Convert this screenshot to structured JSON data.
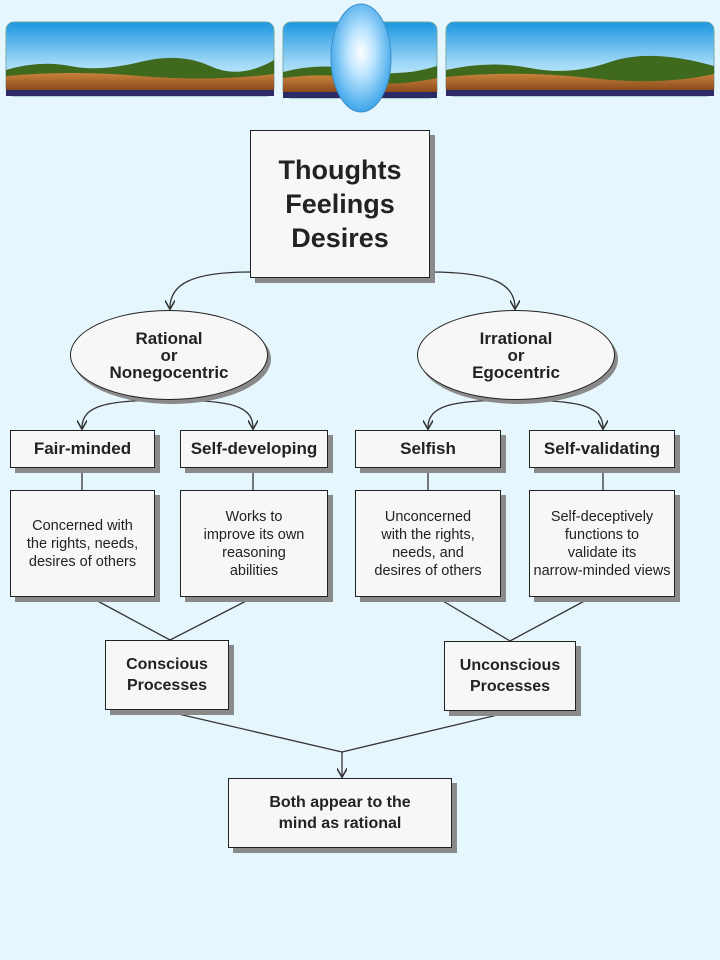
{
  "diagram": {
    "root": {
      "text": "Thoughts\nFeelings\nDesires"
    },
    "branches": [
      {
        "text": "Rational\nor\nNonegocentric"
      },
      {
        "text": "Irrational\nor\nEgocentric"
      }
    ],
    "traits": [
      {
        "label": "Fair-minded",
        "description": "Concerned with\nthe rights, needs,\ndesires of others"
      },
      {
        "label": "Self-developing",
        "description": "Works to\nimprove its own\nreasoning\nabilities"
      },
      {
        "label": "Selfish",
        "description": "Unconcerned\nwith the rights,\nneeds, and\ndesires of others"
      },
      {
        "label": "Self-validating",
        "description": "Self-deceptively\nfunctions to\nvalidate its\nnarrow-minded views"
      }
    ],
    "processes": [
      {
        "text": "Conscious\nProcesses"
      },
      {
        "text": "Unconscious\nProcesses"
      }
    ],
    "conclusion": {
      "text": "Both appear to the\nmind as rational"
    }
  },
  "colors": {
    "background": "#e6f6fd",
    "box_fill": "#f7f7f7",
    "shadow": "#8a8a8a",
    "line": "#333333"
  }
}
